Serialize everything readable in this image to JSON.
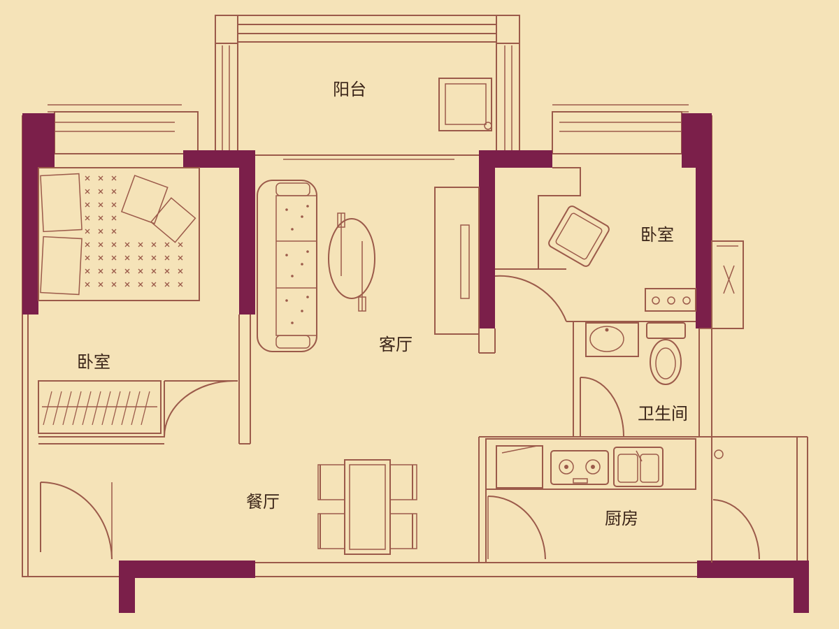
{
  "rooms": {
    "balcony": "阳台",
    "bedroom_left": "卧室",
    "bedroom_right": "卧室",
    "living_room": "客厅",
    "bathroom": "卫生间",
    "dining_room": "餐厅",
    "kitchen": "厨房"
  },
  "colors": {
    "background": "#f5e3b8",
    "wall": "#7b1f4a",
    "line": "#9b5a4a",
    "text": "#3a2418"
  }
}
